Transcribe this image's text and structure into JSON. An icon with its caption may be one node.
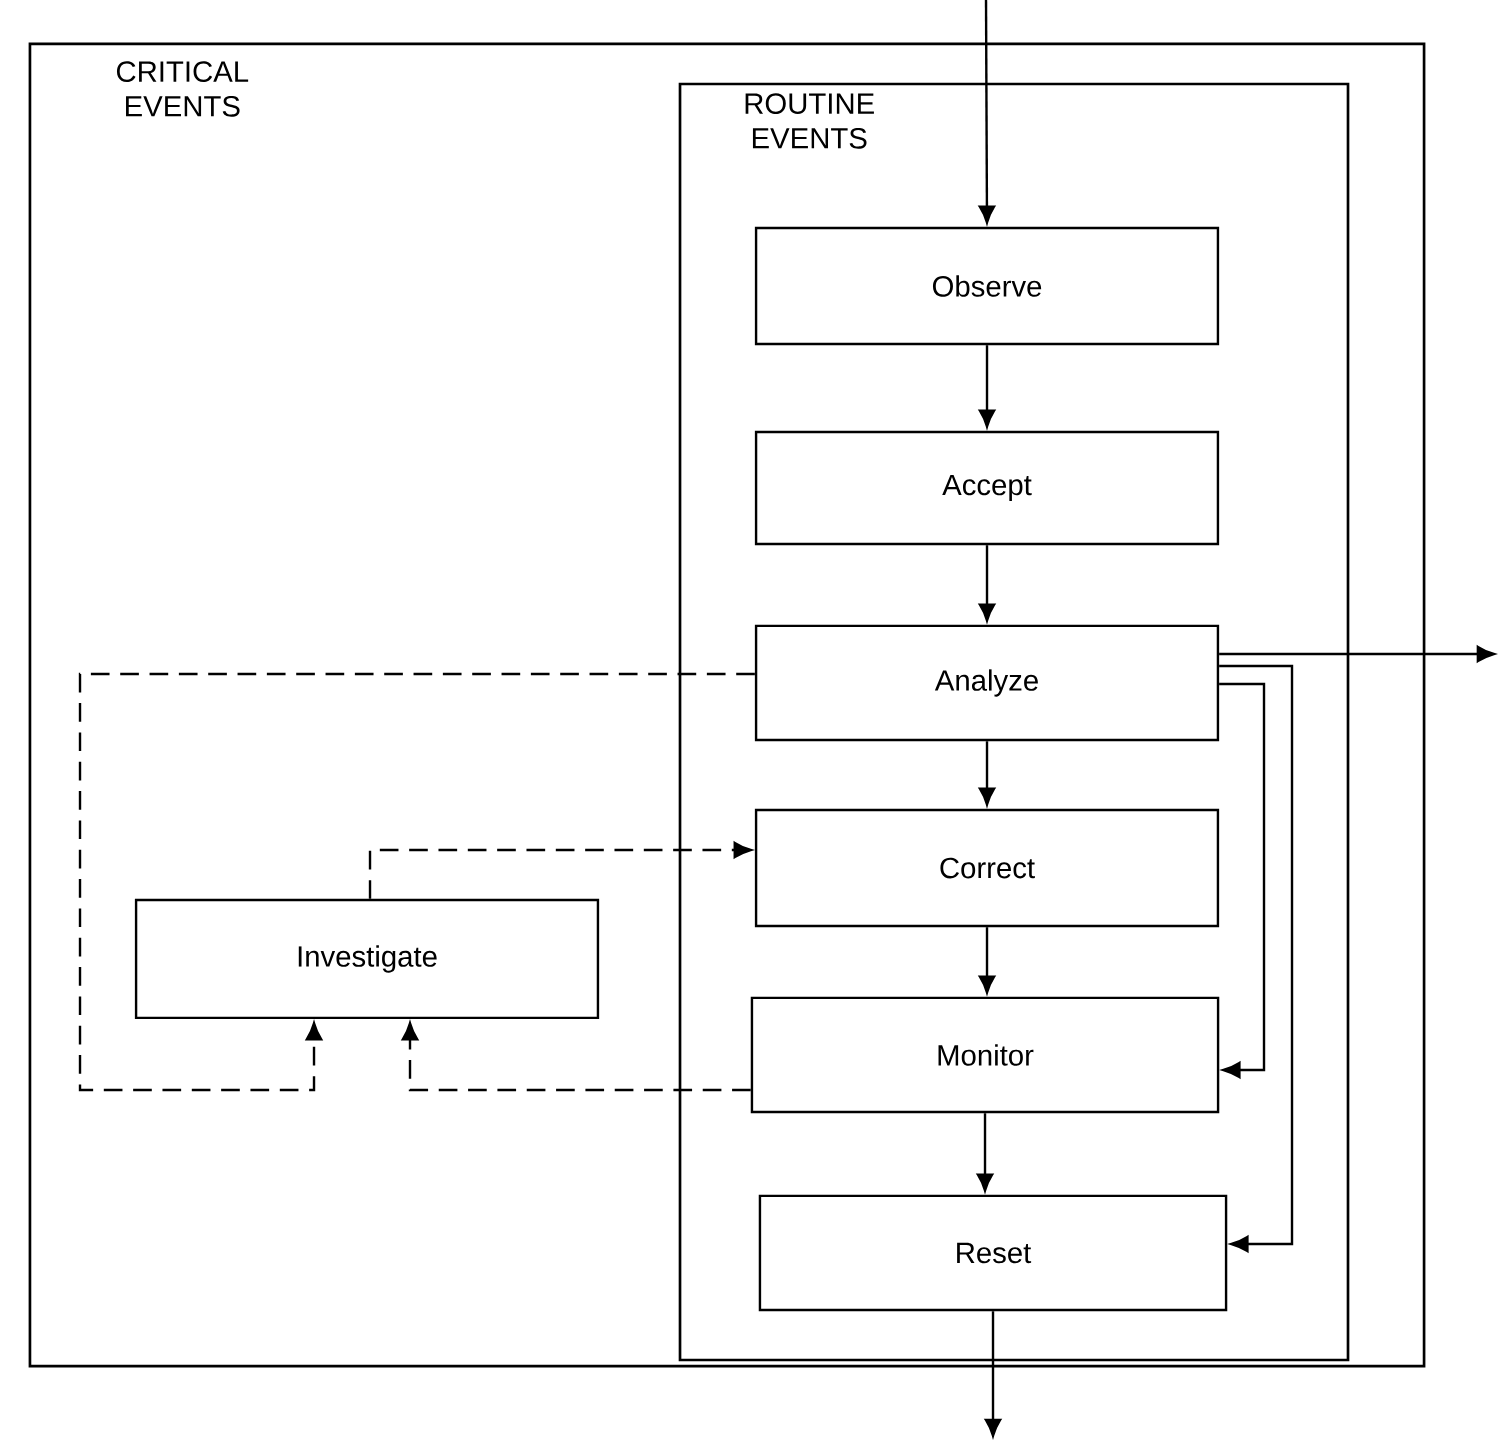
{
  "diagram": {
    "nodes": [
      {
        "text": [
          "CRITICAL EVENTS"
        ]
      },
      {
        "text": [
          "ROUTINE EVENTS"
        ],
        "in": 0
      },
      {
        "text": [
          "Observe"
        ],
        "in": 1
      },
      {
        "text": [
          "Accept"
        ],
        "in": 1
      },
      {
        "text": [
          "Analyze"
        ],
        "in": 1
      },
      {
        "text": [
          "Correct"
        ],
        "in": 1
      },
      {
        "text": [
          "Monitor"
        ],
        "in": 1
      },
      {
        "text": [
          "Reset"
        ],
        "in": 1
      },
      {
        "text": [
          "Investigate"
        ],
        "in": 0
      }
    ],
    "edges": [
      {
        "from": null,
        "to": 2,
        "arrow": "to"
      },
      {
        "from": 2,
        "to": 3,
        "arrow": "to"
      },
      {
        "from": 3,
        "to": 4,
        "arrow": "to"
      },
      {
        "from": 4,
        "to": 5,
        "arrow": "to"
      },
      {
        "from": 5,
        "to": 6,
        "arrow": "to"
      },
      {
        "from": 6,
        "to": 7,
        "arrow": "to"
      },
      {
        "from": 7,
        "to": null,
        "arrow": "to"
      },
      {
        "from": 4,
        "to": null,
        "arrow": "to"
      },
      {
        "from": 4,
        "to": 6,
        "arrow": "to"
      },
      {
        "from": 4,
        "to": 7,
        "arrow": "to"
      },
      {
        "from": 4,
        "to": 8,
        "arrow": "to",
        "style": "dashed"
      },
      {
        "from": 6,
        "to": 8,
        "arrow": "to",
        "style": "dashed"
      },
      {
        "from": 8,
        "to": 5,
        "arrow": "to",
        "style": "dashed"
      }
    ]
  }
}
